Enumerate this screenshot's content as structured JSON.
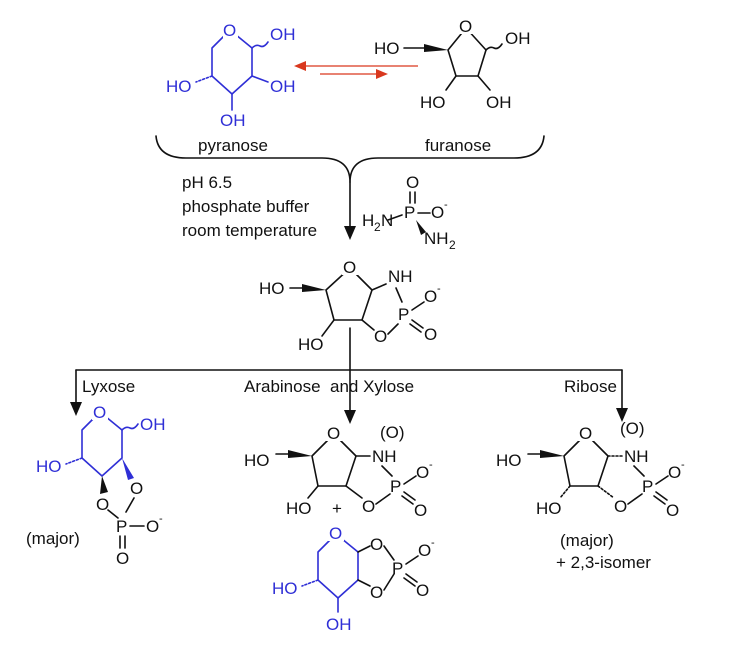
{
  "colors": {
    "ink": "#111111",
    "highlight": "#2f2fd6",
    "equilibrium_arrow": "#d9381e"
  },
  "labels": {
    "pyranose": "pyranose",
    "furanose": "furanose",
    "conditions": [
      "pH 6.5",
      "phosphate buffer",
      "room temperature"
    ],
    "lyxose": "Lyxose",
    "arabinose_xylose": "Arabinose  and Xylose",
    "ribose": "Ribose",
    "lyxose_note": "(major)",
    "plus": "+",
    "ribose_notes": [
      "(major)",
      "+ 2,3-isomer"
    ]
  },
  "atoms": {
    "OH": "OH",
    "HO": "HO",
    "O": "O",
    "O_paren": "(O)",
    "NH": "NH",
    "P": "P",
    "N": "N",
    "H": "H",
    "charge": "-",
    "sub2": "2"
  }
}
